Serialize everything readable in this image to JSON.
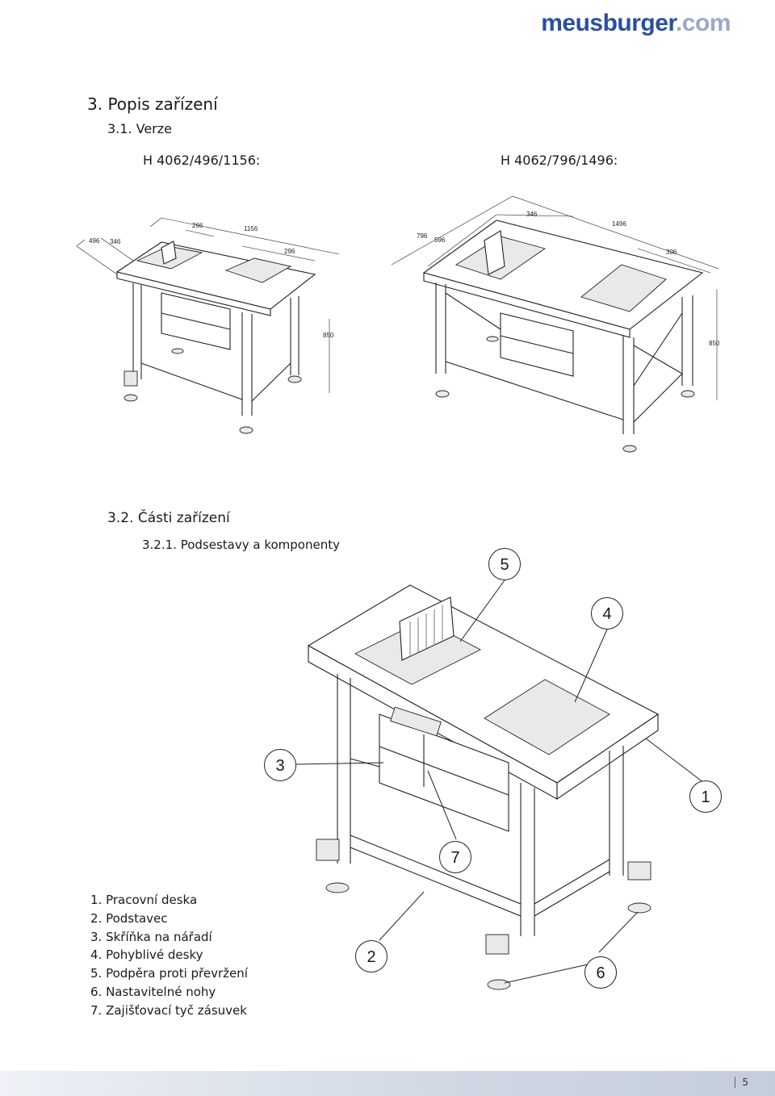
{
  "logo": {
    "brand": "meusburger",
    "tld": ".com"
  },
  "headings": {
    "section": "3. Popis zařízení",
    "subsection": "3.1. Verze",
    "version_left": "H 4062/496/1156:",
    "version_right": "H 4062/796/1496:",
    "parts": "3.2. Části zařízení",
    "parts_sub": "3.2.1. Podsestavy a komponenty"
  },
  "dims_left": {
    "d496": "496",
    "d346": "346",
    "d266": "266",
    "d1156": "1156",
    "d296": "296",
    "d850": "850"
  },
  "dims_right": {
    "d796": "796",
    "d596": "596",
    "d346": "346",
    "d1496": "1496",
    "d396": "396",
    "d850": "850"
  },
  "callouts": {
    "c1": "1",
    "c2": "2",
    "c3": "3",
    "c4": "4",
    "c5": "5",
    "c6": "6",
    "c7": "7"
  },
  "legend": [
    "1. Pracovní deska",
    "2. Podstavec",
    "3. Skříňka na nářadí",
    "4. Pohyblivé desky",
    "5. Podpěra proti převržení",
    "6. Nastavitelné nohy",
    "7. Zajišťovací tyč zásuvek"
  ],
  "footer": {
    "page_number": "5"
  },
  "colors": {
    "brand": "#2a4fa0",
    "tld": "#9aa9c8",
    "footer": "#cfd7e3"
  }
}
